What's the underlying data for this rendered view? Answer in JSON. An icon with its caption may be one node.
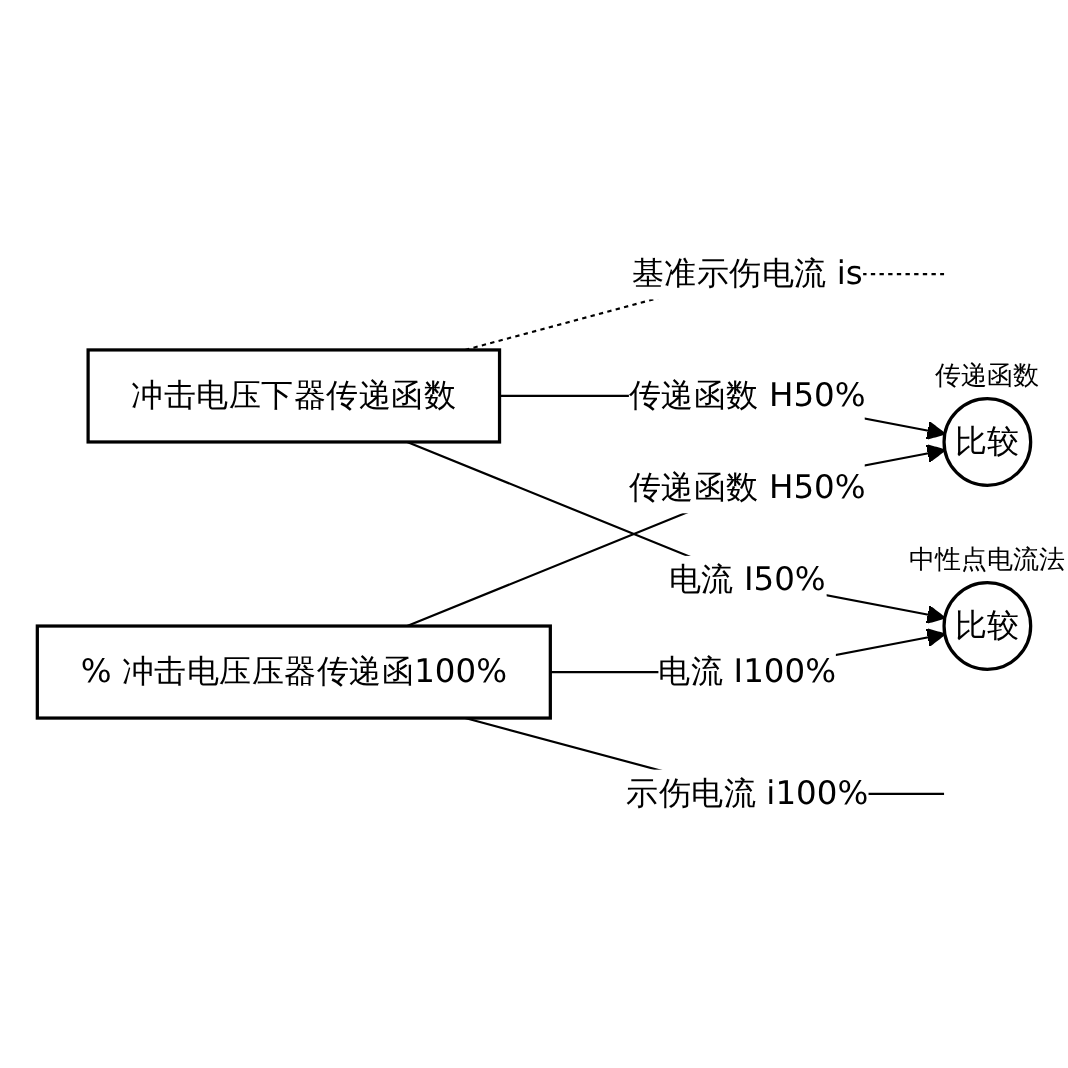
{
  "diagram": {
    "nodes": [
      {
        "text": [
          "冲击电压下器传递函数"
        ]
      },
      {
        "text": [
          "% 冲击电压压器传递函100%"
        ]
      },
      {
        "text": [
          "比较"
        ],
        "beside": [
          "中性点电流法"
        ]
      },
      {
        "text": [
          "比较"
        ],
        "beside": [
          "传递函数"
        ]
      }
    ],
    "edges": [
      {
        "from": 0,
        "to": null,
        "arrow": "none",
        "label": "基准示伤电流 is",
        "style": "dashed"
      },
      {
        "from": 0,
        "to": 3,
        "arrow": "to",
        "label": "传递函数 H50%"
      },
      {
        "from": 0,
        "to": 2,
        "arrow": "to",
        "label": "电流 I50%"
      },
      {
        "from": 1,
        "to": 2,
        "arrow": "to",
        "label": "电流 I100%"
      },
      {
        "from": 1,
        "to": 3,
        "arrow": "to",
        "label": "传递函数 H50%"
      },
      {
        "from": 1,
        "to": null,
        "arrow": "none",
        "label": "示伤电流 i100%"
      }
    ]
  }
}
